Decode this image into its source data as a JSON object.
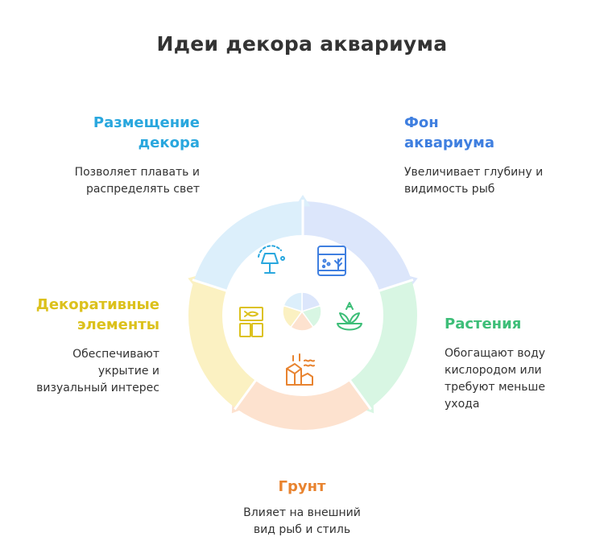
{
  "title": "Идеи декора аквариума",
  "colors": {
    "placement": "#29A7DE",
    "background": "#3F7FE0",
    "plants": "#3DBE78",
    "ground": "#E8832F",
    "decor": "#DCC11C",
    "ring_placement": "#DCEFFB",
    "ring_background": "#DCE6FB",
    "ring_plants": "#D8F6E3",
    "ring_ground": "#FDE2CF",
    "ring_decor": "#FBF1C2"
  },
  "sections": {
    "placement": {
      "heading_line1": "Размещение",
      "heading_line2": "декора",
      "desc_line1": "Позволяет плавать и",
      "desc_line2": "распределять свет",
      "icon": "lamp-icon"
    },
    "background": {
      "heading_line1": "Фон",
      "heading_line2": "аквариума",
      "desc_line1": "Увеличивает глубину и",
      "desc_line2": "видимость рыб",
      "icon": "aquarium-icon"
    },
    "plants": {
      "heading_line1": "Растения",
      "desc_line1": "Обогащают воду",
      "desc_line2": "кислородом или",
      "desc_line3": "требуют меньше",
      "desc_line4": "ухода",
      "icon": "plant-icon"
    },
    "ground": {
      "heading_line1": "Грунт",
      "desc_line1": "Влияет на внешний",
      "desc_line2": "вид рыб и стиль",
      "icon": "stones-icon"
    },
    "decor": {
      "heading_line1": "Декоративные",
      "heading_line2": "элементы",
      "desc_line1": "Обеспечивают",
      "desc_line2": "укрытие и",
      "desc_line3": "визуальный интерес",
      "icon": "decor-blocks-icon"
    }
  }
}
